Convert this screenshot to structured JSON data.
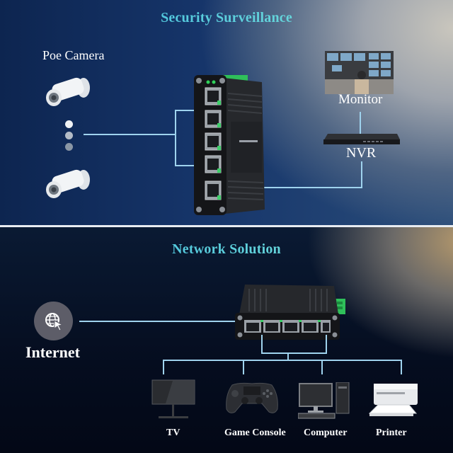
{
  "sections": {
    "surveillance": {
      "title": "Security Surveillance",
      "camera_label": "Poe Camera",
      "monitor_label": "Monitor",
      "nvr_label": "NVR",
      "camera_icon": "security-camera-icon",
      "switch_icon": "industrial-poe-switch-icon",
      "monitor_icon": "control-room-monitor-icon",
      "nvr_icon": "nvr-recorder-icon"
    },
    "network": {
      "title": "Network Solution",
      "internet_label": "Internet",
      "internet_icon": "globe-cursor-icon",
      "switch_icon": "poe-switch-horizontal-icon",
      "devices": [
        {
          "label": "TV",
          "icon": "tv-icon"
        },
        {
          "label": "Game Console",
          "icon": "gamepad-icon"
        },
        {
          "label": "Computer",
          "icon": "desktop-computer-icon"
        },
        {
          "label": "Printer",
          "icon": "printer-icon"
        }
      ]
    }
  },
  "colors": {
    "title_gradient_start": "#39b6e0",
    "title_gradient_end": "#7fe7d8",
    "connector_line": "#9fd3ee",
    "terminal_green": "#2fbf5a"
  }
}
